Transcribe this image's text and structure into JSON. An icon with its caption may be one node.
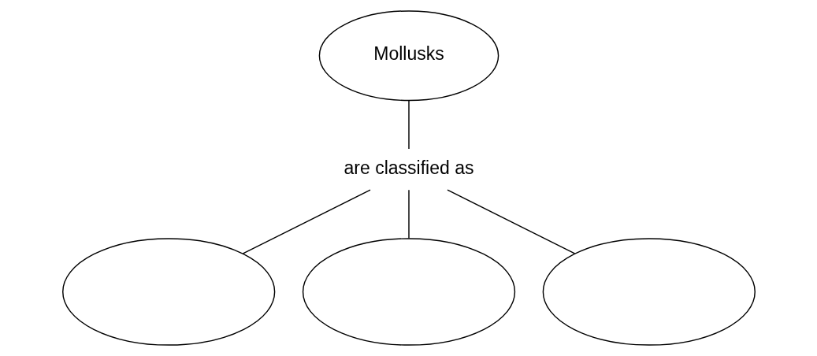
{
  "diagram": {
    "nodes": [
      {
        "text": [
          "Mollusks"
        ]
      },
      {
        "text": [
          "are classified as"
        ]
      },
      {
        "text": [],
        "shape": "ellipse"
      },
      {
        "text": [],
        "shape": "ellipse"
      },
      {
        "text": [],
        "shape": "ellipse"
      }
    ],
    "edges": [
      {
        "from": 0,
        "to": 1,
        "arrow": "none"
      },
      {
        "from": 1,
        "to": 2,
        "arrow": "none"
      },
      {
        "from": 1,
        "to": 3,
        "arrow": "none"
      },
      {
        "from": 1,
        "to": 4,
        "arrow": "none"
      }
    ]
  }
}
